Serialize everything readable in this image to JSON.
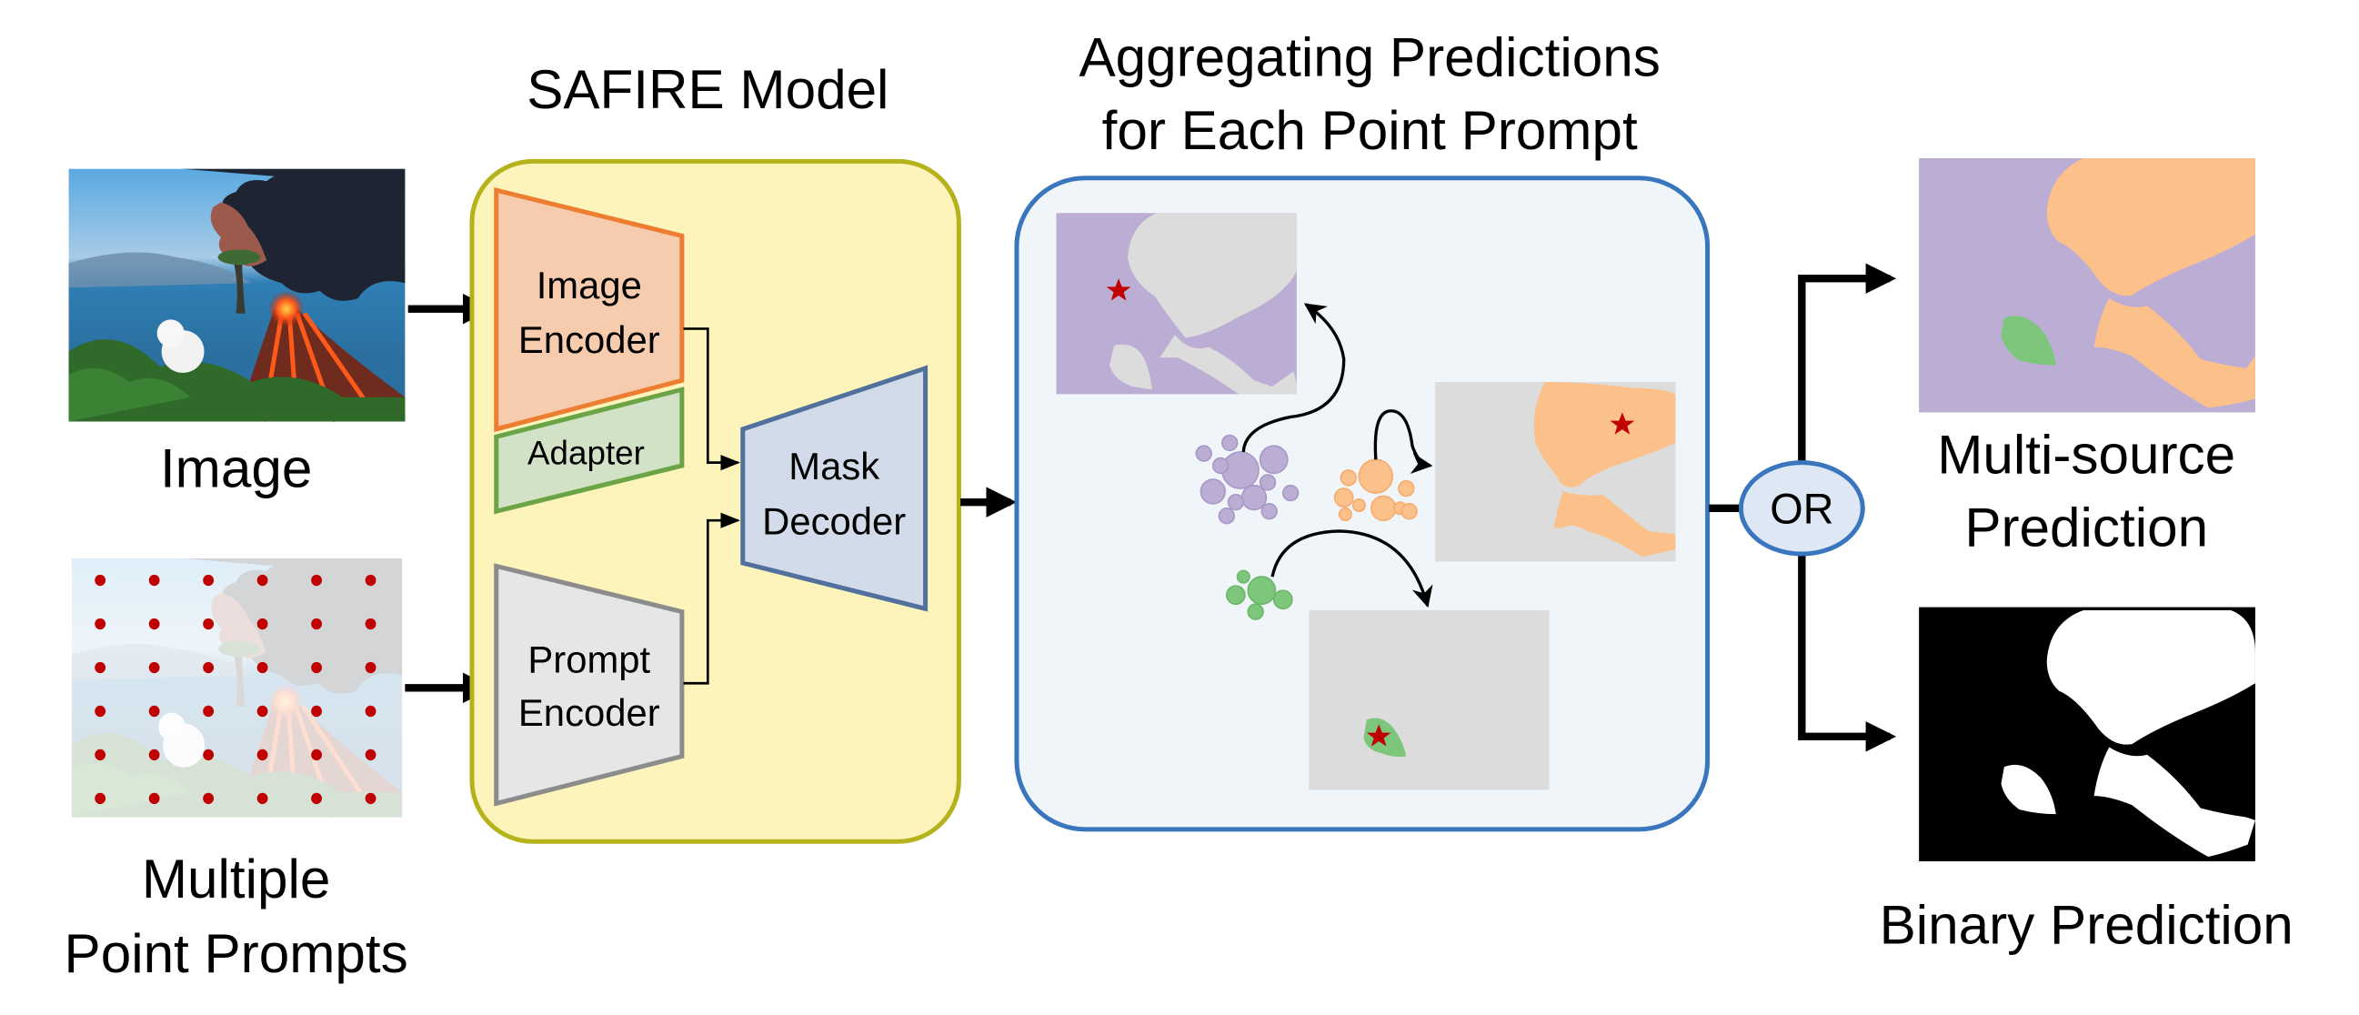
{
  "titles": {
    "safire_model": "SAFIRE Model",
    "aggregating_line1": "Aggregating Predictions",
    "aggregating_line2": "for Each Point Prompt"
  },
  "inputs": {
    "image_label": "Image",
    "prompts_label_line1": "Multiple",
    "prompts_label_line2": "Point Prompts",
    "point_grid": {
      "rows": 6,
      "cols": 6
    }
  },
  "model": {
    "image_encoder_line1": "Image",
    "image_encoder_line2": "Encoder",
    "adapter": "Adapter",
    "prompt_encoder_line1": "Prompt",
    "prompt_encoder_line2": "Encoder",
    "mask_decoder_line1": "Mask",
    "mask_decoder_line2": "Decoder"
  },
  "aggregation": {
    "clusters": [
      {
        "name": "purple",
        "target": "purple-background-mask"
      },
      {
        "name": "orange",
        "target": "orange-volcano-mask"
      },
      {
        "name": "green",
        "target": "green-dog-mask"
      }
    ]
  },
  "operator": {
    "label": "OR"
  },
  "outputs": {
    "multi_line1": "Multi-source",
    "multi_line2": "Prediction",
    "binary": "Binary Prediction"
  },
  "colors": {
    "yellow_box_fill": "#fdf4bb",
    "yellow_box_stroke": "#b5b21c",
    "blue_box_fill": "#f0f5fa",
    "blue_box_stroke": "#3a76bd",
    "image_encoder_fill": "#f7cbad",
    "image_encoder_stroke": "#ed7d31",
    "adapter_fill": "#d2e2c7",
    "adapter_stroke": "#6aa444",
    "prompt_encoder_fill": "#e6e5e8",
    "prompt_encoder_stroke": "#8c8c8c",
    "mask_decoder_fill": "#d1dbe9",
    "mask_decoder_stroke": "#51709b",
    "purple": "#bbadd3",
    "orange": "#fcc18a",
    "green": "#7ec67c",
    "gray_mask": "#dcdcdc",
    "star": "#c00000",
    "or_fill": "#dde8f4"
  }
}
